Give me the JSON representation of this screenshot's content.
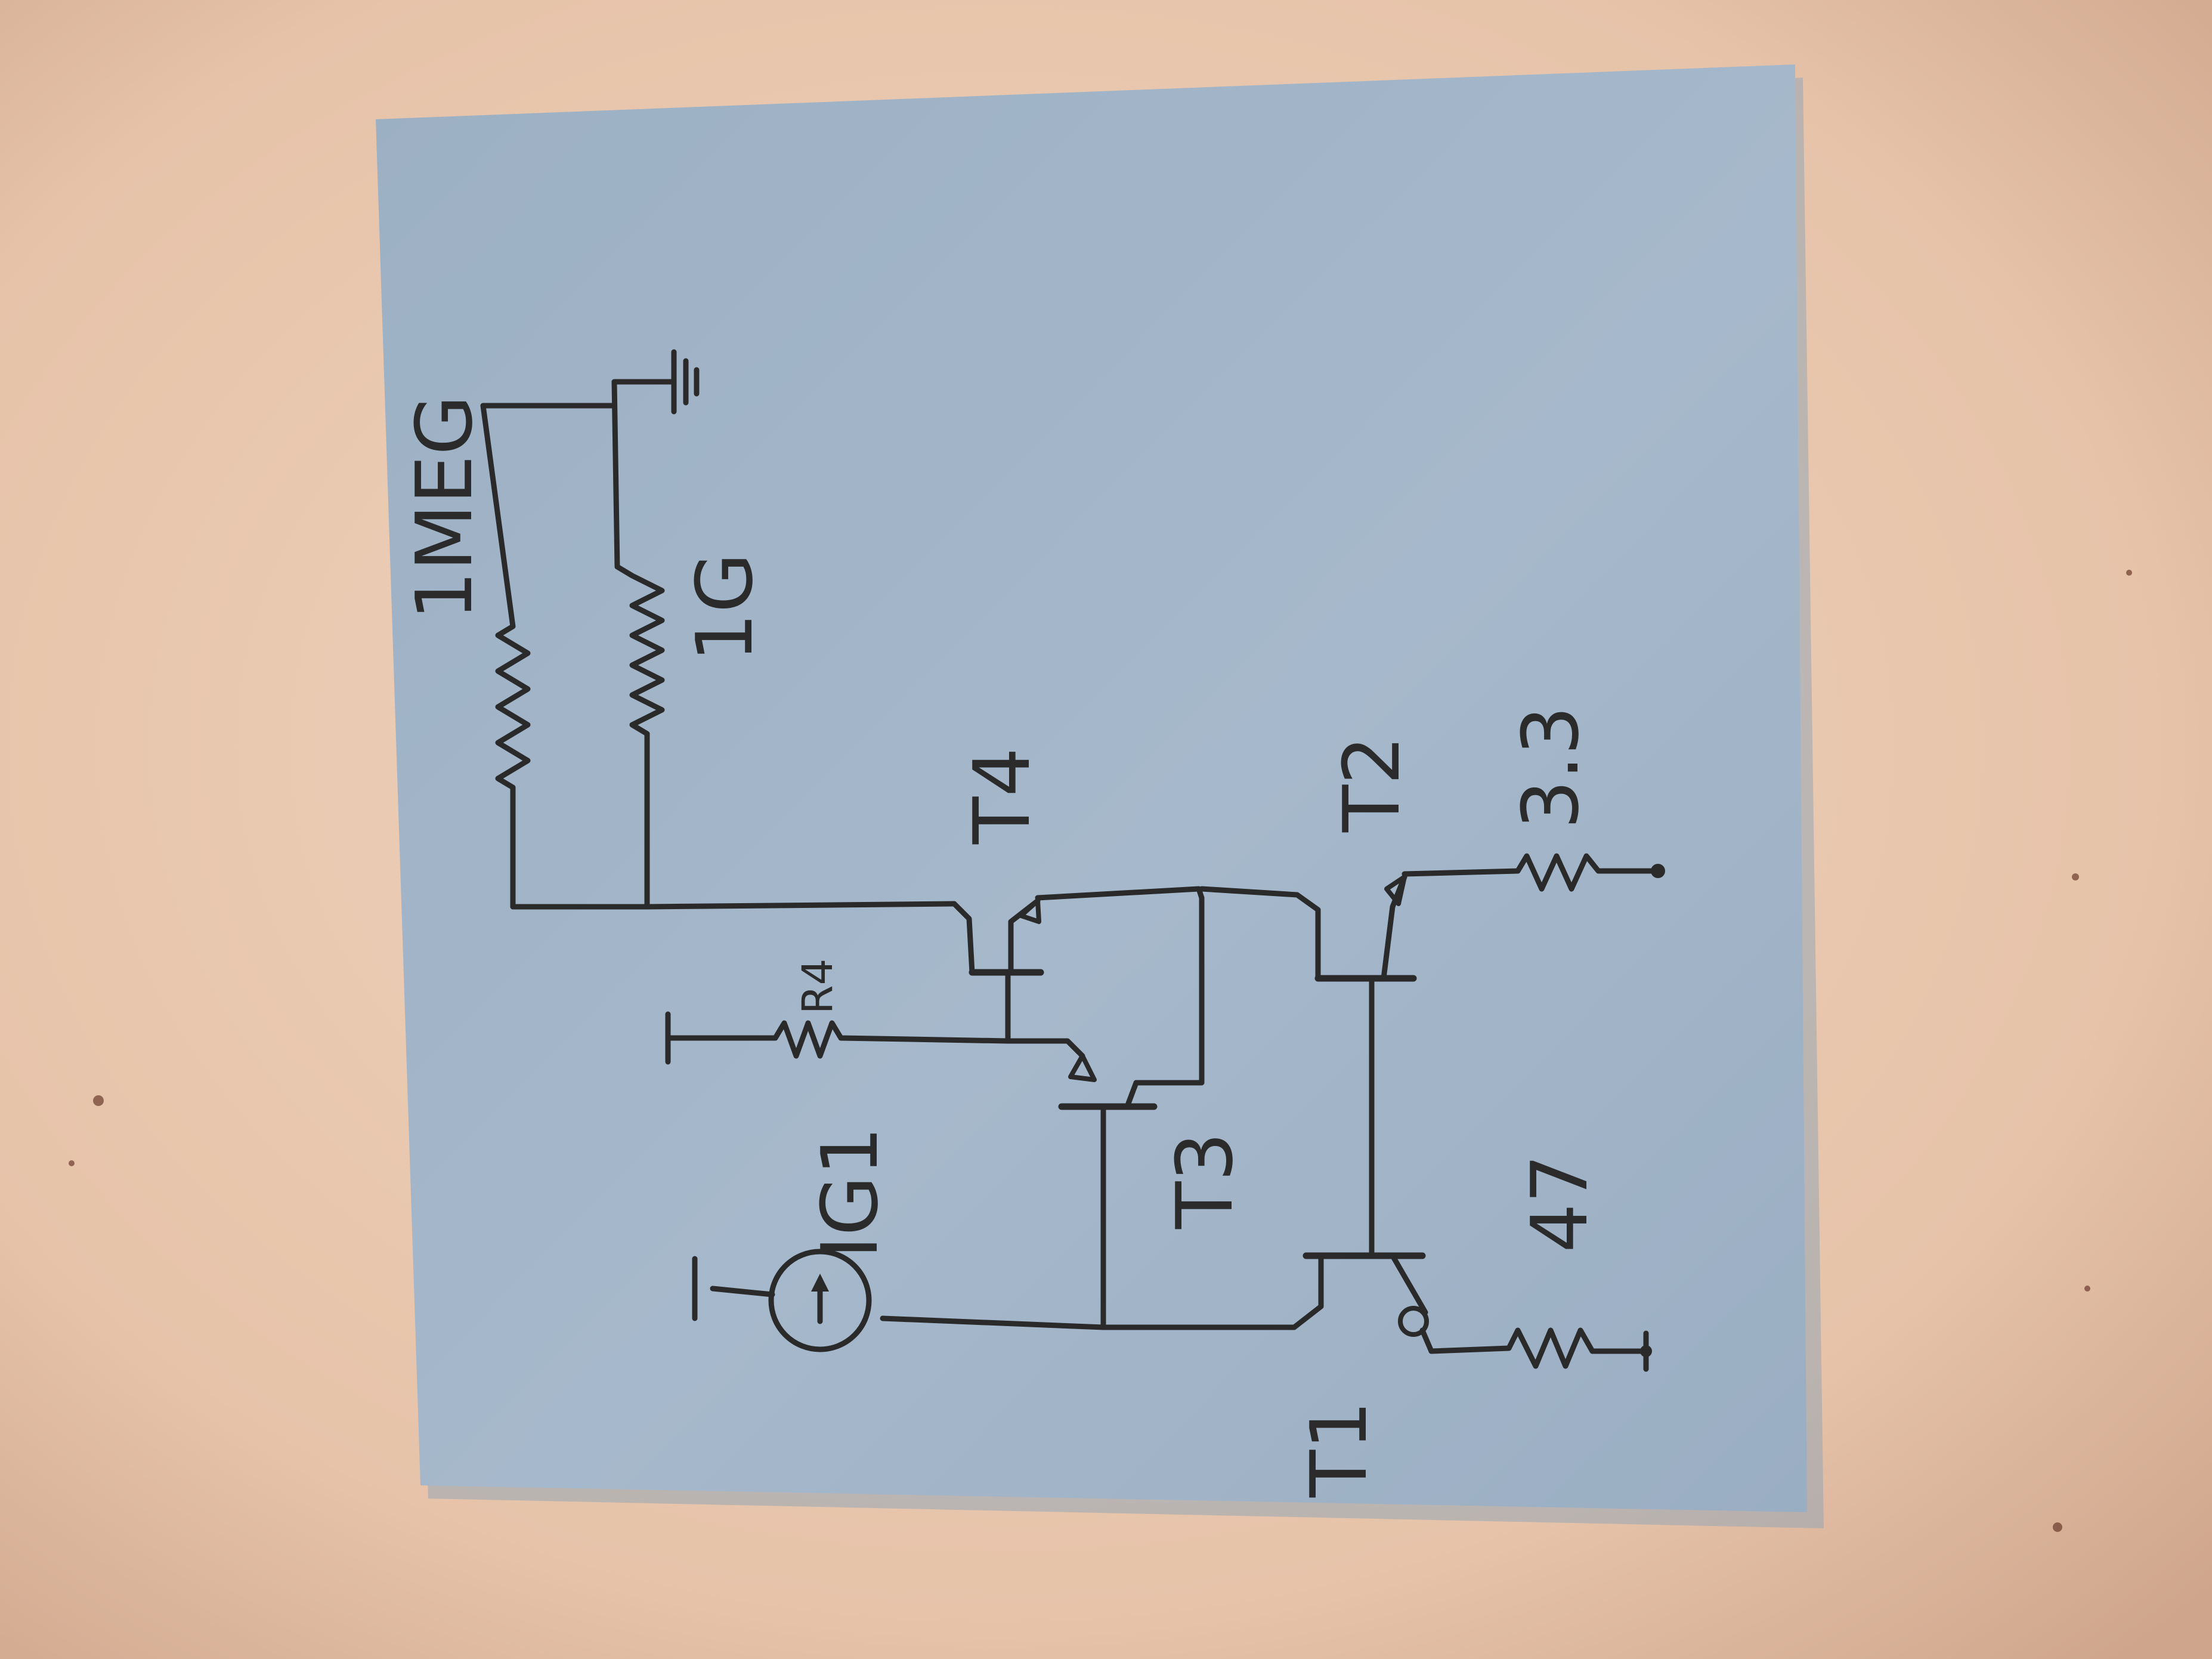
{
  "colors": {
    "surface": "#e7c6ae",
    "paper": "#9fb2c6",
    "ink": "#2a2a2a"
  },
  "labels": {
    "r_top": "1MEG",
    "r_bottom": "1G",
    "r4": "R4",
    "source": "IG1",
    "t1": "T1",
    "t2": "T2",
    "t3": "T3",
    "t4": "T4",
    "r_33": "3.3",
    "r_47": "47"
  },
  "icons": {
    "source": "current-source-icon",
    "ground": "ground-icon"
  }
}
